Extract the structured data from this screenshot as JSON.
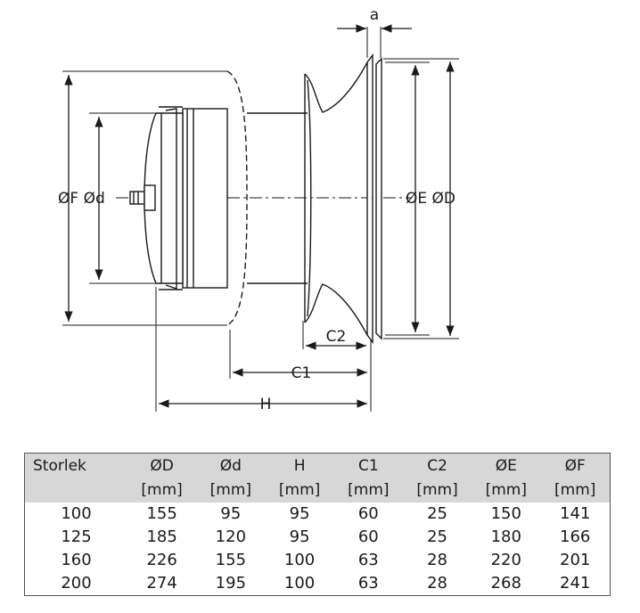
{
  "diagram": {
    "labels": {
      "a": "a",
      "f_d_left": "ØF Ød",
      "e_d_right": "ØE ØD",
      "c2": "C2",
      "c1": "C1",
      "h": "H"
    }
  },
  "table": {
    "headers": [
      "Storlek",
      "ØD",
      "Ød",
      "H",
      "C1",
      "C2",
      "ØE",
      "ØF"
    ],
    "units": [
      "",
      "[mm]",
      "[mm]",
      "[mm]",
      "[mm]",
      "[mm]",
      "[mm]",
      "[mm]"
    ],
    "rows": [
      [
        "100",
        "155",
        "95",
        "95",
        "60",
        "25",
        "150",
        "141"
      ],
      [
        "125",
        "185",
        "120",
        "95",
        "60",
        "25",
        "180",
        "166"
      ],
      [
        "160",
        "226",
        "155",
        "100",
        "63",
        "28",
        "220",
        "201"
      ],
      [
        "200",
        "274",
        "195",
        "100",
        "63",
        "28",
        "268",
        "241"
      ]
    ]
  }
}
